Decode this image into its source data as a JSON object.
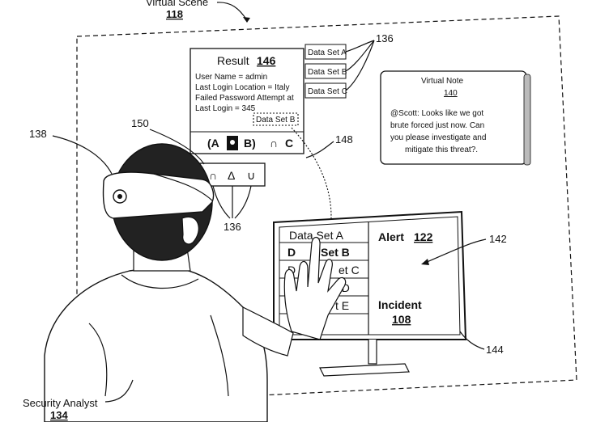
{
  "virtual_scene": {
    "label": "Virtual Scene",
    "ref": "118"
  },
  "result": {
    "title": "Result",
    "ref": "146",
    "lines": [
      "User Name = admin",
      "Last Login Location = Italy",
      "Failed Password Attempt at",
      "Last Login = 345"
    ],
    "inner_box": "Data Set B",
    "formula": [
      "(A",
      "B)",
      "∩",
      "C"
    ]
  },
  "data_set_tabs": [
    "Data Set A",
    "Data Set B",
    "Data Set C"
  ],
  "operator_palette": [
    "∩",
    "Δ",
    "∪"
  ],
  "note": {
    "title": "Virtual Note",
    "ref": "140",
    "lines": [
      "@Scott: Looks like we got",
      "brute forced just now. Can",
      "you please investigate and",
      "mitigate this threat?."
    ]
  },
  "monitor": {
    "list": [
      "Data Set A",
      "D",
      "Set B",
      "D",
      "et C",
      "t D",
      "t E"
    ],
    "alert": {
      "label": "Alert",
      "ref": "122"
    },
    "incident": {
      "label": "Incident",
      "ref": "108"
    }
  },
  "refs": {
    "r136a": "136",
    "r136b": "136",
    "r138": "138",
    "r150": "150",
    "r148": "148",
    "r142": "142",
    "r144": "144"
  },
  "analyst": {
    "label": "Security Analyst",
    "ref": "134"
  }
}
